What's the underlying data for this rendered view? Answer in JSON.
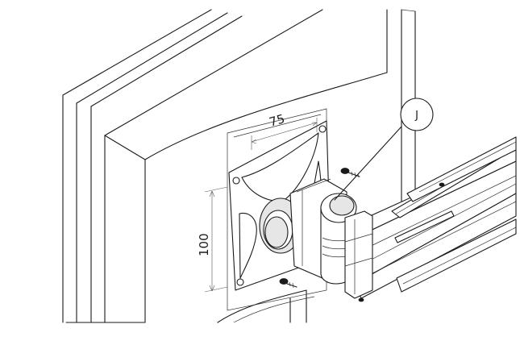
{
  "dimensions": {
    "width_label": "75",
    "height_label": "100"
  },
  "callout": {
    "label": "J"
  }
}
